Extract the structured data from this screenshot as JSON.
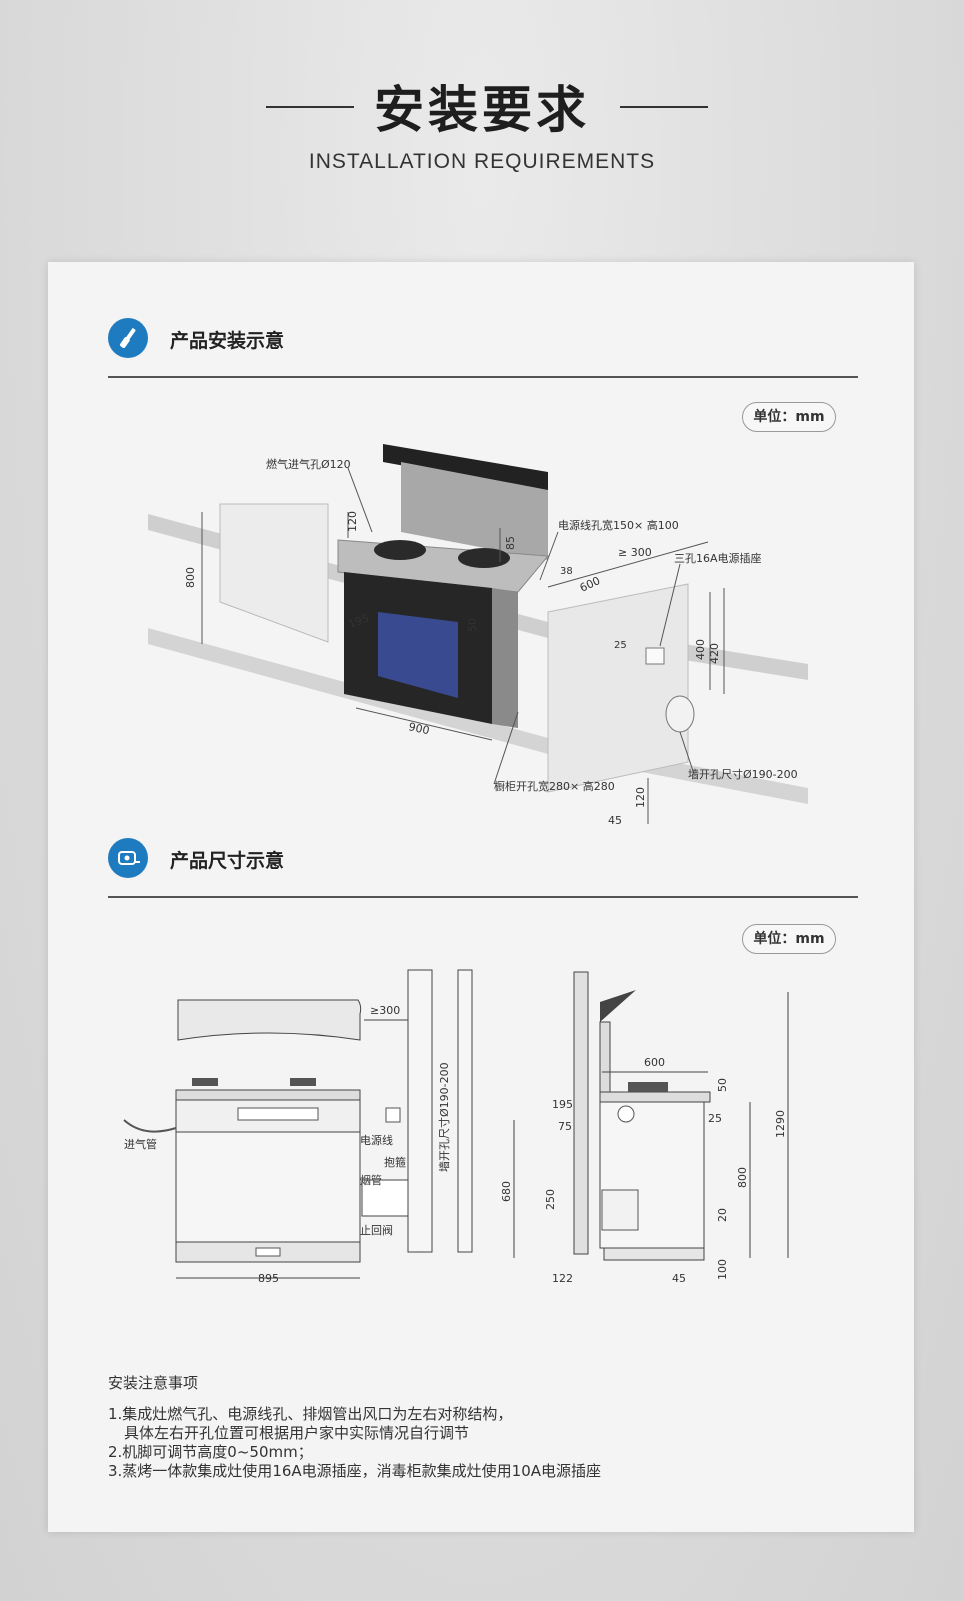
{
  "header": {
    "title": "安装要求",
    "subtitle": "INSTALLATION REQUIREMENTS"
  },
  "section_install": {
    "title": "产品安装示意",
    "unit": "单位：mm",
    "labels": {
      "gas_inlet": "燃气进气孔Ø120",
      "power_hole": "电源线孔宽150× 高100",
      "socket": "三孔16A电源插座",
      "wall_hole": "墙开孔尺寸Ø190-200",
      "cabinet_hole": "橱柜开孔宽280× 高280",
      "d800": "800",
      "d120a": "120",
      "d85": "85",
      "d300": "≥ 300",
      "d38": "38",
      "d600": "600",
      "d195": "195",
      "d50": "50",
      "d25": "25",
      "d400": "400",
      "d420": "420",
      "d900": "900",
      "d120b": "120",
      "d45": "45"
    }
  },
  "section_size": {
    "title": "产品尺寸示意",
    "unit": "单位：mm",
    "labels": {
      "gas_pipe": "进气管",
      "power_line": "电源线",
      "hoop": "抱箍",
      "flue": "烟管",
      "check_valve": "止回阀",
      "wall_hole_v": "墙开孔尺寸Ø190-200",
      "d300": "≥300",
      "d895": "895",
      "d600": "600",
      "d50": "50",
      "d195": "195",
      "d25": "25",
      "d75": "75",
      "d1290": "1290",
      "d800": "800",
      "d680": "680",
      "d250": "250",
      "d20": "20",
      "d100": "100",
      "d122": "122",
      "d45": "45"
    }
  },
  "notes": {
    "title": "安装注意事项",
    "line1": "1.集成灶燃气孔、电源线孔、排烟管出风口为左右对称结构，",
    "line1b": "具体左右开孔位置可根据用户家中实际情况自行调节",
    "line2": "2.机脚可调节高度0~50mm；",
    "line3": "3.蒸烤一体款集成灶使用16A电源插座，消毒柜款集成灶使用10A电源插座"
  },
  "colors": {
    "accent": "#1f7bc0",
    "card": "#f4f4f4"
  }
}
